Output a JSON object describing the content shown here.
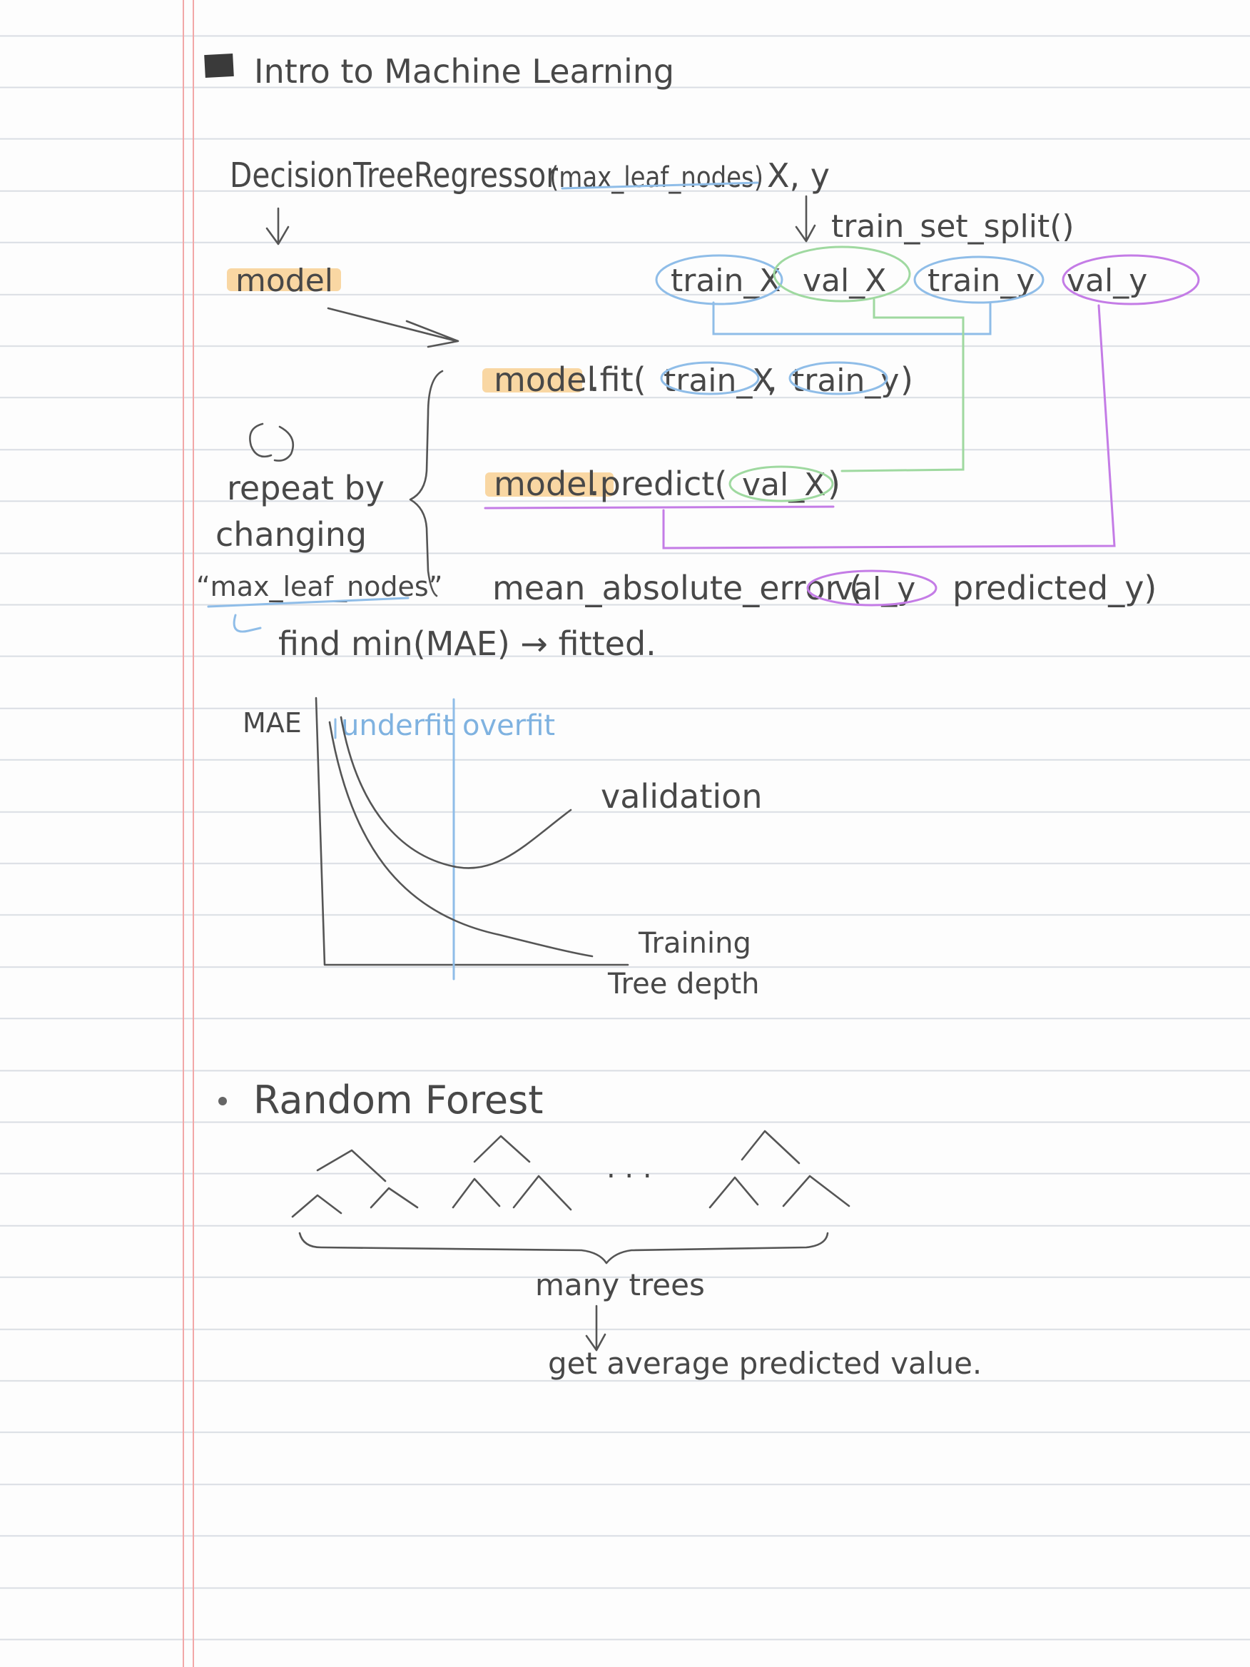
{
  "title": "Intro to Machine Learning",
  "section1": {
    "regressor": "DecisionTreeRegressor",
    "regressor_arg": "(max_leaf_nodes)",
    "xy": "X, y",
    "split_fn": "train_set_split()",
    "model": "model",
    "split_outputs": [
      "train_X",
      "val_X",
      "train_y",
      "val_y"
    ],
    "fit_prefix": "model",
    "fit_call": ".fit(",
    "fit_arg1": "train_X",
    "fit_arg2": "train_y",
    "fit_close": ")",
    "predict_prefix": "model",
    "predict_call": ".predict(",
    "predict_arg": "val_X",
    "predict_close": ")",
    "mae_call": "mean_absolute_error (",
    "mae_arg1": "val_y",
    "mae_arg2": "predicted_y)",
    "loop_icon": "loop-arrow-icon",
    "repeat_lines": [
      "repeat by",
      "changing",
      "“max_leaf_nodes”"
    ],
    "find_text": "find min(MAE) → fitted."
  },
  "graph": {
    "y_label": "MAE",
    "underfit": "underfit",
    "overfit": "overfit",
    "validation": "validation",
    "training": "Training",
    "x_label": "Tree depth"
  },
  "section2": {
    "bullet_title": "Random Forest",
    "ellipsis": ". . .",
    "many_trees": "many trees",
    "result": "get average predicted value."
  },
  "colors": {
    "ink": "#555555",
    "highlight": "#f9d7a3",
    "blue": "#8fbde8",
    "green": "#9fd9a0",
    "purple": "#c47ce6",
    "margin": "#f2a8a8"
  }
}
